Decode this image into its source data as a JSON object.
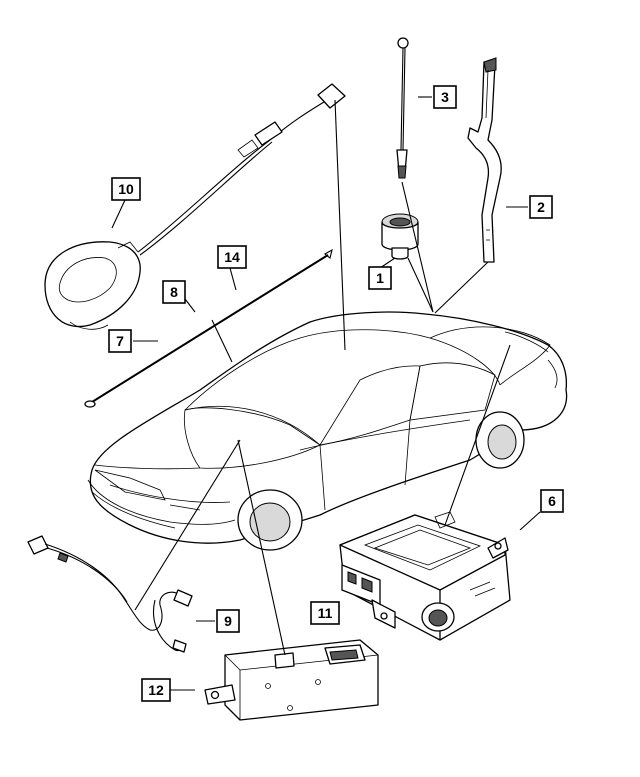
{
  "callouts": [
    {
      "id": "c1",
      "label": "1"
    },
    {
      "id": "c2",
      "label": "2"
    },
    {
      "id": "c3",
      "label": "3"
    },
    {
      "id": "c6",
      "label": "6"
    },
    {
      "id": "c7",
      "label": "7"
    },
    {
      "id": "c8",
      "label": "8"
    },
    {
      "id": "c9",
      "label": "9"
    },
    {
      "id": "c10",
      "label": "10"
    },
    {
      "id": "c11",
      "label": "11"
    },
    {
      "id": "c12",
      "label": "12"
    },
    {
      "id": "c14",
      "label": "14"
    }
  ]
}
